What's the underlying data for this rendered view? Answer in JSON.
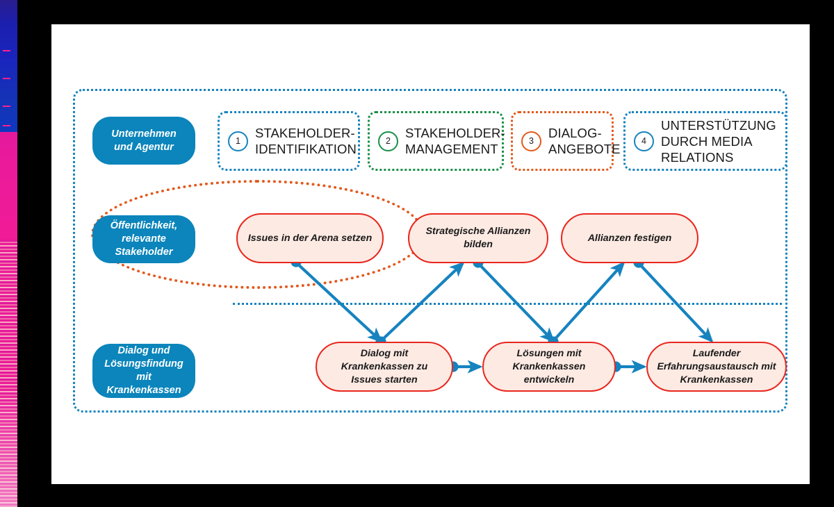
{
  "diagram": {
    "title_present": false,
    "colors": {
      "lane_blue": "#0b85bb",
      "node_red": "#e8261d",
      "node_fill": "#fdeae3",
      "dotted_blue": "#1683bf",
      "dotted_green": "#189048",
      "dotted_orange": "#e2591c",
      "connector_blue": "#1683bf",
      "canvas": "#ffffff",
      "backdrop": "#000000"
    },
    "lanes": [
      {
        "id": "lane-0",
        "label": "Unternehmen und Agentur"
      },
      {
        "id": "lane-1",
        "label": "Öffentlichkeit, relevante Stakeholder"
      },
      {
        "id": "lane-2",
        "label": "Dialog und Lösungsfindung mit Krankenkassen"
      }
    ],
    "phases": [
      {
        "number": "1",
        "label": "STAKEHOLDER-IDENTIFIKATION",
        "accent": "#1683bf"
      },
      {
        "number": "2",
        "label": "STAKEHOLDER-MANAGEMENT",
        "accent": "#189048"
      },
      {
        "number": "3",
        "label": "DIALOG-ANGEBOTE",
        "accent": "#e2591c"
      },
      {
        "number": "4",
        "label": "UNTERSTÜTZUNG DURCH MEDIA RELATIONS",
        "accent": "#1683bf"
      }
    ],
    "nodes": [
      {
        "id": "node-issues",
        "label": "Issues in der Arena setzen",
        "row": "public"
      },
      {
        "id": "node-allianzen-bilden",
        "label": "Strategische Allianzen bilden",
        "row": "public"
      },
      {
        "id": "node-allianzen-festigen",
        "label": "Allianzen festigen",
        "row": "public"
      },
      {
        "id": "node-dialog-start",
        "label": "Dialog mit Krankenkassen zu Issues starten",
        "row": "dialog"
      },
      {
        "id": "node-loesungen",
        "label": "Lösungen mit Krankenkassen entwickeln",
        "row": "dialog"
      },
      {
        "id": "node-erfahrung",
        "label": "Laufender Erfahrungsaustausch mit Krankenkassen",
        "row": "dialog"
      }
    ],
    "connectors": [
      {
        "from": "node-issues",
        "to": "node-dialog-start"
      },
      {
        "from": "node-dialog-start",
        "to": "node-allianzen-bilden"
      },
      {
        "from": "node-allianzen-bilden",
        "to": "node-loesungen"
      },
      {
        "from": "node-loesungen",
        "to": "node-allianzen-festigen"
      },
      {
        "from": "node-allianzen-festigen",
        "to": "node-erfahrung"
      },
      {
        "from": "node-dialog-start",
        "to": "node-loesungen"
      },
      {
        "from": "node-loesungen",
        "to": "node-erfahrung"
      }
    ],
    "grouping": {
      "orange_ellipse_encloses": [
        "lane-1",
        "node-issues"
      ],
      "outer_dotted_box": true,
      "horizontal_dotted_divider": true
    }
  }
}
